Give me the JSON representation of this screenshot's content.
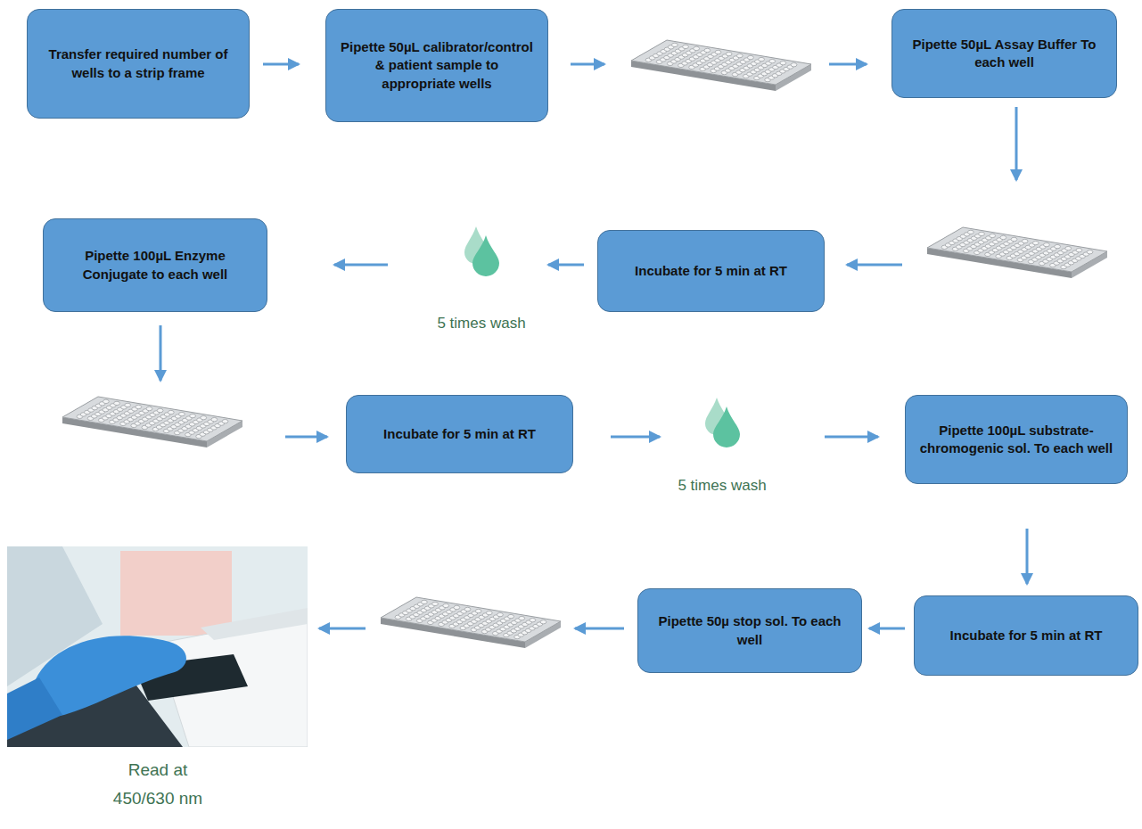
{
  "diagram": {
    "nodes": [
      {
        "text": [
          "Transfer required number of wells to a strip frame"
        ]
      },
      {
        "text": [
          "Pipette 50µL calibrator/control & patient sample to appropriate wells"
        ]
      },
      {
        "text": [
          "Pipette 50µL Assay Buffer To each well"
        ]
      },
      {
        "text": [
          "Pipette 100µL Enzyme Conjugate to each well"
        ]
      },
      {
        "text": [
          "5 times wash"
        ]
      },
      {
        "text": [
          "Incubate for 5 min at RT"
        ]
      },
      {
        "text": [
          "Incubate for 5 min at RT"
        ]
      },
      {
        "text": [
          "5 times wash"
        ]
      },
      {
        "text": [
          "Pipette 100µL substrate-chromogenic sol. To each well"
        ]
      },
      {
        "text": [
          "Pipette 50µ stop sol. To each well"
        ]
      },
      {
        "text": [
          "Incubate for 5 min at RT"
        ]
      }
    ],
    "edges": [
      {
        "from": 0,
        "to": 1,
        "arrow": "to"
      },
      {
        "from": 5,
        "to": 4,
        "arrow": "to"
      },
      {
        "from": 4,
        "to": 3,
        "arrow": "to"
      },
      {
        "from": 6,
        "to": 7,
        "arrow": "to"
      },
      {
        "from": 7,
        "to": 8,
        "arrow": "to"
      },
      {
        "from": 8,
        "to": 10,
        "arrow": "to"
      },
      {
        "from": 10,
        "to": 9,
        "arrow": "to"
      }
    ],
    "labels": [
      "Read at 450/630 nm"
    ]
  }
}
